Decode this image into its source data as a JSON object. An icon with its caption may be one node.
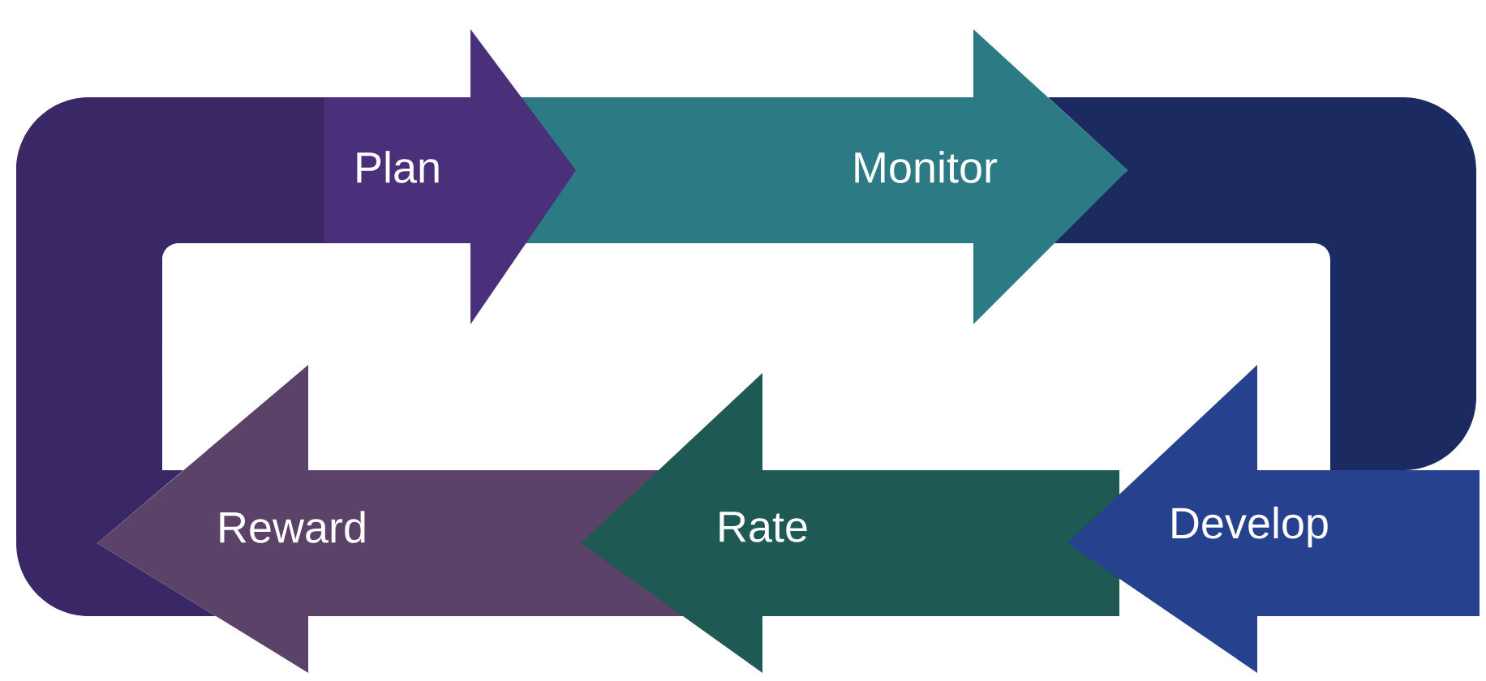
{
  "diagram": {
    "nodes": [
      {
        "text": [
          "Plan"
        ]
      },
      {
        "text": [
          "Monitor"
        ]
      },
      {
        "text": [
          "Develop"
        ]
      },
      {
        "text": [
          "Rate"
        ]
      },
      {
        "text": [
          "Reward"
        ]
      },
      {
        "text": [],
        "shape": "band"
      },
      {
        "text": [],
        "shape": "band"
      }
    ]
  }
}
